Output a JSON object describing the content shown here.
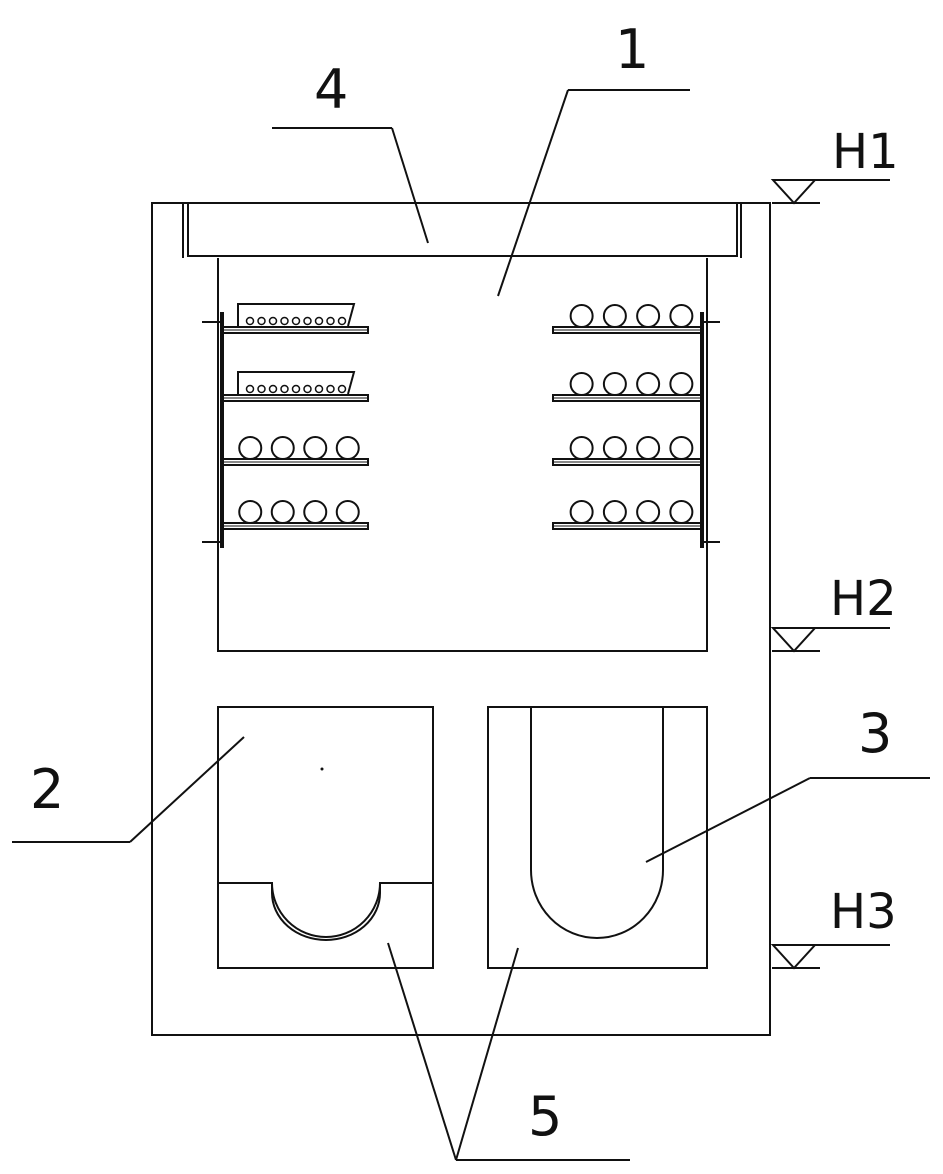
{
  "labels": {
    "l1": "1",
    "l2": "2",
    "l3": "3",
    "l4": "4",
    "l5": "5",
    "h1": "H1",
    "h2": "H2",
    "h3": "H3"
  },
  "colors": {
    "line": "#111111",
    "background": "#ffffff"
  },
  "rack_items": {
    "left_rows": [
      "trays",
      "trays",
      "pipes",
      "pipes"
    ],
    "right_rows": [
      "pipes",
      "pipes",
      "pipes",
      "pipes"
    ],
    "pipes_per_row": 4
  }
}
